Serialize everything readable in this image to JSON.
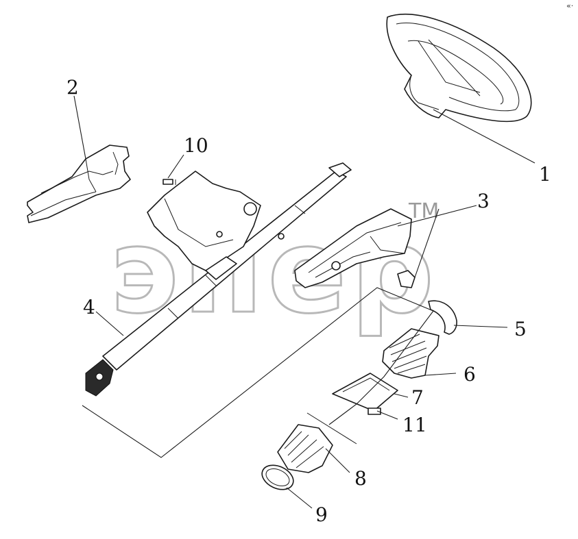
{
  "watermark": {
    "text": "эпер",
    "trademark": "TM"
  },
  "callouts": [
    {
      "id": "1",
      "label": "1"
    },
    {
      "id": "2",
      "label": "2"
    },
    {
      "id": "3",
      "label": "3"
    },
    {
      "id": "4",
      "label": "4"
    },
    {
      "id": "5",
      "label": "5"
    },
    {
      "id": "6",
      "label": "6"
    },
    {
      "id": "7",
      "label": "7"
    },
    {
      "id": "8",
      "label": "8"
    },
    {
      "id": "9",
      "label": "9"
    },
    {
      "id": "10",
      "label": "10"
    },
    {
      "id": "11",
      "label": "11"
    }
  ],
  "corner_mark": "«·"
}
